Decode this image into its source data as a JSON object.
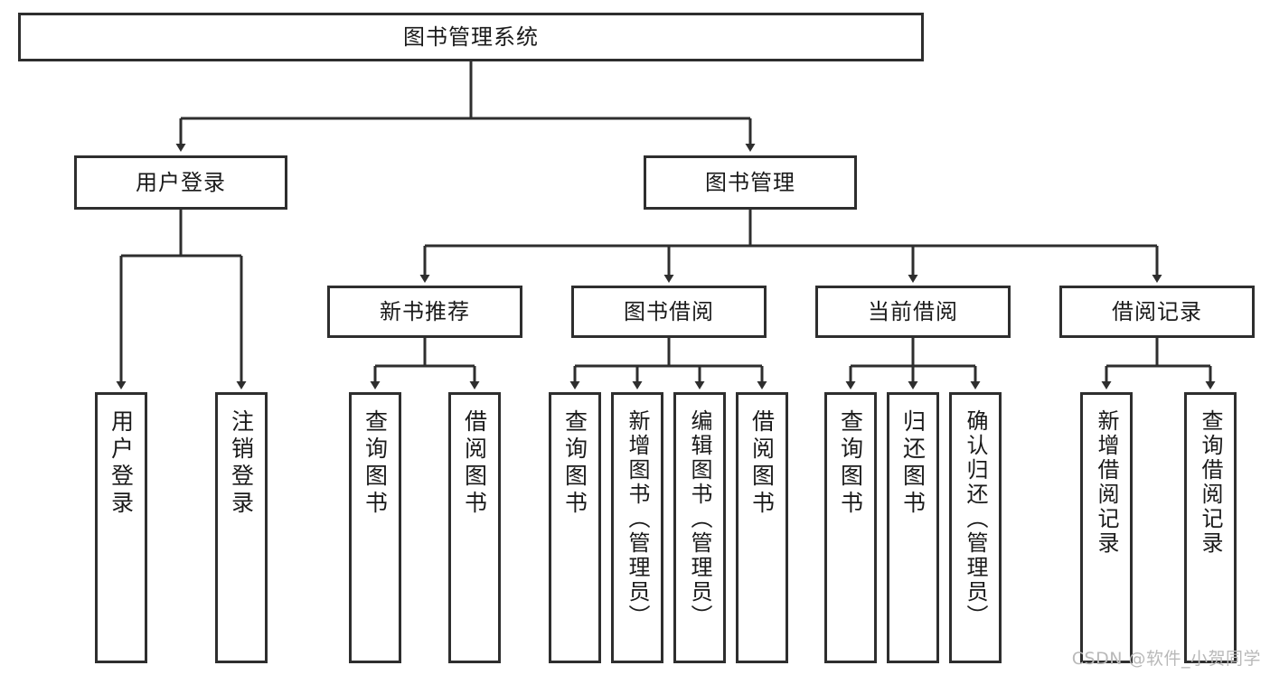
{
  "diagram": {
    "title": "图书管理系统",
    "watermark": "CSDN @软件_小贺同学",
    "line_color": "#2e2e2e",
    "box_fill": "#ffffff",
    "text_color": "#1a1a1a",
    "watermark_color": "#b9b9b9",
    "levels": {
      "root": {
        "label": "图书管理系统"
      },
      "level2": [
        {
          "label": "用户登录"
        },
        {
          "label": "图书管理"
        }
      ],
      "level3": [
        {
          "label": "新书推荐"
        },
        {
          "label": "图书借阅"
        },
        {
          "label": "当前借阅"
        },
        {
          "label": "借阅记录"
        }
      ],
      "leaves": {
        "user_login": [
          {
            "label": "用户登录"
          },
          {
            "label": "注销登录"
          }
        ],
        "new_book_recommend": [
          {
            "label": "查询图书"
          },
          {
            "label": "借阅图书"
          }
        ],
        "book_borrow": [
          {
            "label": "查询图书"
          },
          {
            "label": "新增图书（管理员）"
          },
          {
            "label": "编辑图书（管理员）"
          },
          {
            "label": "借阅图书"
          }
        ],
        "current_borrow": [
          {
            "label": "查询图书"
          },
          {
            "label": "归还图书"
          },
          {
            "label": "确认归还（管理员）"
          }
        ],
        "borrow_record": [
          {
            "label": "新增借阅记录"
          },
          {
            "label": "查询借阅记录"
          }
        ]
      }
    }
  }
}
